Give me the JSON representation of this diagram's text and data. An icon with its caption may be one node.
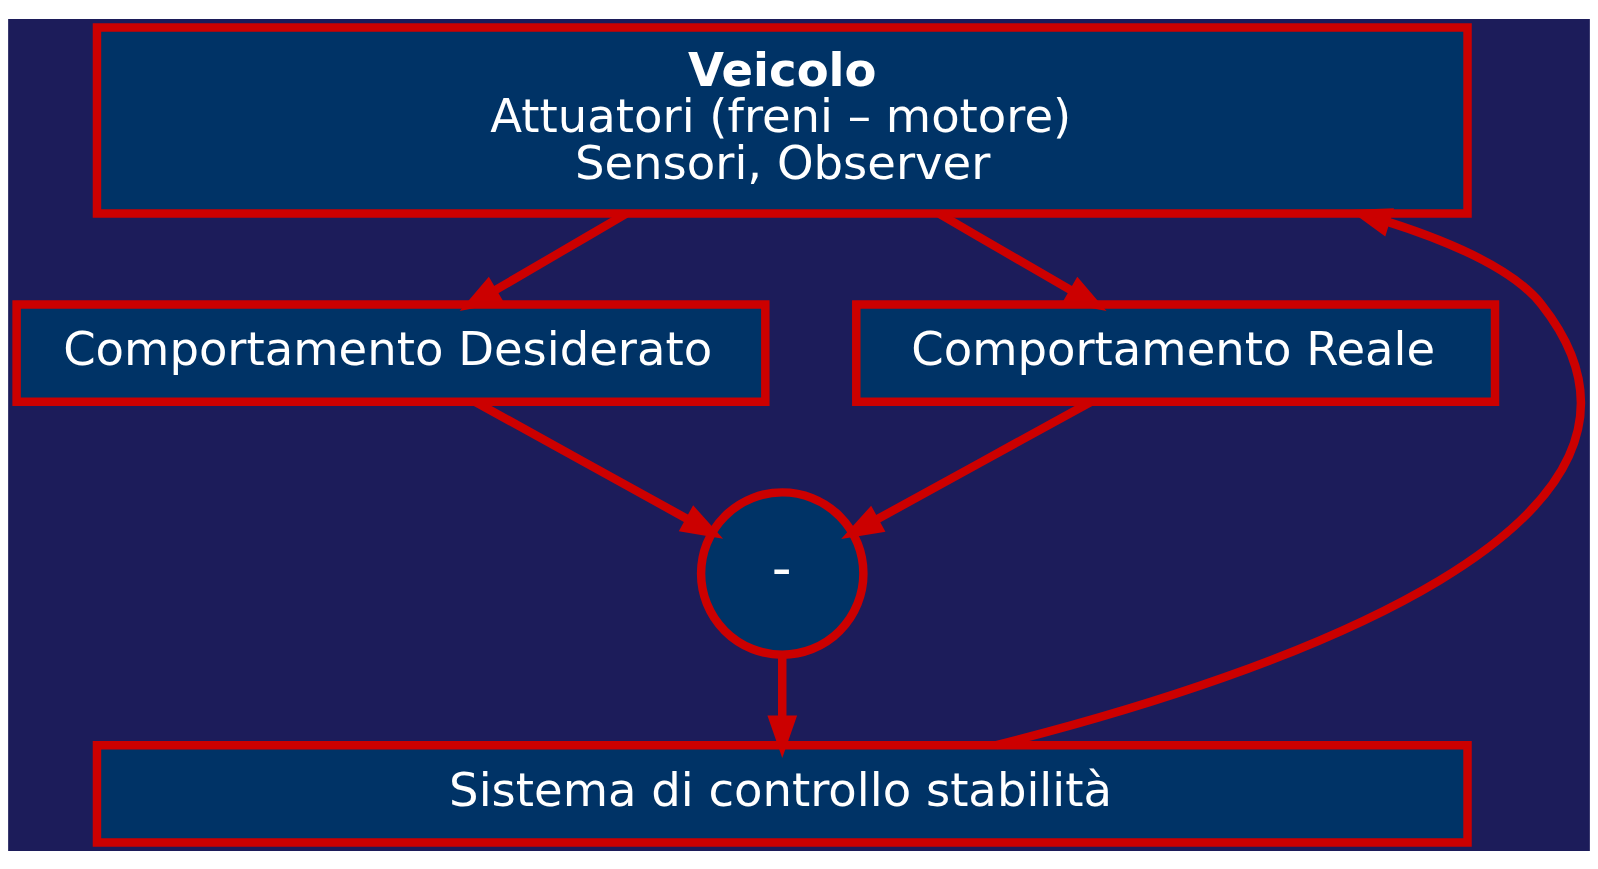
{
  "diagram": {
    "nodes": [
      {
        "text": [
          "Veicolo",
          "Attuatori (freni – motore)",
          "Sensori, Observer"
        ]
      },
      {
        "text": [
          "Comportamento Desiderato"
        ]
      },
      {
        "text": [
          "Comportamento Reale"
        ]
      },
      {
        "text": [
          "-"
        ]
      },
      {
        "text": [
          "Sistema di controllo stabilità"
        ]
      }
    ],
    "edges": [
      {
        "from": 0,
        "to": 1,
        "arrow": "to"
      },
      {
        "from": 0,
        "to": 2,
        "arrow": "to"
      },
      {
        "from": 1,
        "to": 3,
        "arrow": "to"
      },
      {
        "from": 2,
        "to": 3,
        "arrow": "to"
      },
      {
        "from": 3,
        "to": 4,
        "arrow": "to"
      },
      {
        "from": 4,
        "to": 0,
        "arrow": "to"
      }
    ]
  }
}
